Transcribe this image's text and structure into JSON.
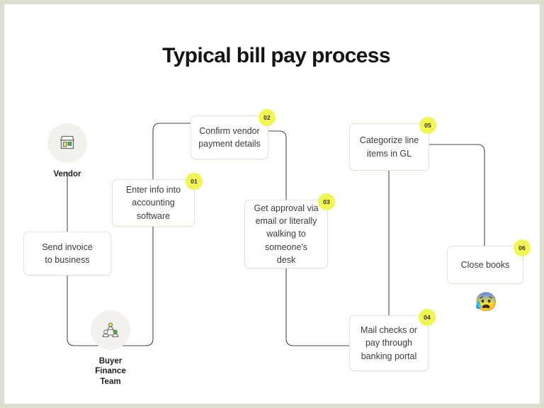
{
  "title": "Typical bill pay process",
  "theme": {
    "canvas_background": "#ffffff",
    "frame_border": "#dedfce",
    "node_border": "#e3e4d6",
    "badge_background": "#f1f653",
    "connector": "#4a4a44",
    "actor_circle": "#f2f1ec",
    "icon_yellow": "#f5ee4a",
    "icon_green": "#35c23c"
  },
  "actors": [
    {
      "id": "vendor",
      "label": "Vendor",
      "icon": "storefront-icon"
    },
    {
      "id": "buyer-finance-team",
      "label": "Buyer Finance\nTeam",
      "icon": "team-icon"
    }
  ],
  "nodes": [
    {
      "id": "send-invoice",
      "badge": "",
      "text": "Send invoice\nto business"
    },
    {
      "id": "enter-info",
      "badge": "01",
      "text": "Enter info into\naccounting software"
    },
    {
      "id": "confirm-vendor",
      "badge": "02",
      "text": "Confirm vendor\npayment details"
    },
    {
      "id": "get-approval",
      "badge": "03",
      "text": "Get approval via\nemail or literally\nwalking to someone's\ndesk"
    },
    {
      "id": "mail-checks",
      "badge": "04",
      "text": "Mail checks or\npay through\nbanking portal"
    },
    {
      "id": "categorize-line-items",
      "badge": "05",
      "text": "Categorize line\nitems in GL"
    },
    {
      "id": "close-books",
      "badge": "06",
      "text": "Close books"
    }
  ],
  "emoji": {
    "id": "anxious-face-with-sweat",
    "glyph": "😰"
  }
}
